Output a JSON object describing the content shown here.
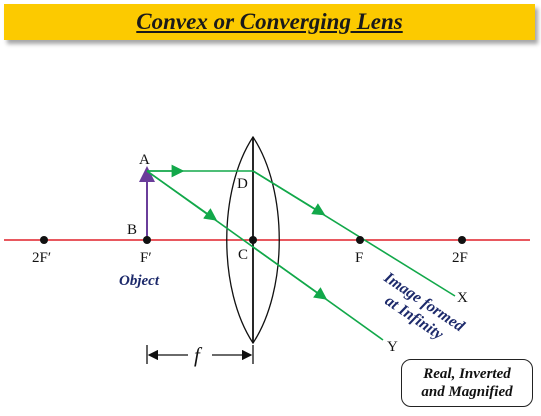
{
  "title": "Convex or Converging Lens",
  "points": {
    "two_f_left": "2F′",
    "f_left": "F′",
    "c": "C",
    "f_right": "F",
    "two_f_right": "2F"
  },
  "labels": {
    "a": "A",
    "b": "B",
    "d": "D",
    "x": "X",
    "y": "Y",
    "object": "Object",
    "focal": "f"
  },
  "image_note": {
    "line1": "Image formed",
    "line2": "at Infinity"
  },
  "result": {
    "line1": "Real, Inverted",
    "line2": "and Magnified"
  },
  "colors": {
    "title_bg": "#fcca00",
    "axis": "#e0202a",
    "rays": "#12a84a",
    "object": "#6a3d9a",
    "note_text": "#1d2a6b"
  }
}
